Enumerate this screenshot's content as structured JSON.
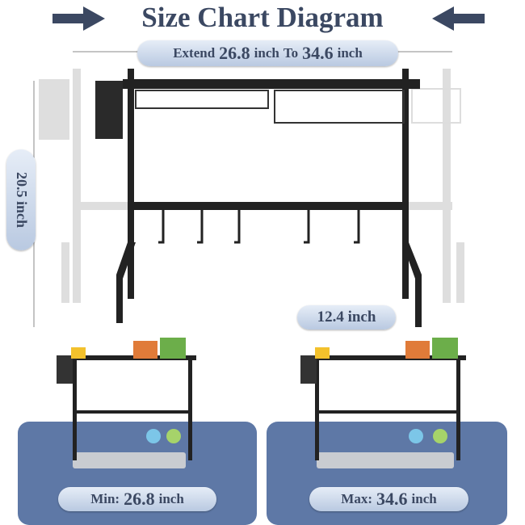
{
  "title": "Size Chart Diagram",
  "extend": {
    "prefix": "Extend",
    "min": "26.8",
    "unit1": "inch",
    "to": "To",
    "max": "34.6",
    "unit2": "inch"
  },
  "height_label": "20.5 inch",
  "depth_label": "12.4 inch",
  "min_label": {
    "prefix": "Min:",
    "value": "26.8",
    "unit": "inch"
  },
  "max_label": {
    "prefix": "Max:",
    "value": "34.6",
    "unit": "inch"
  },
  "colors": {
    "text": "#3b4862",
    "panel": "#5e78a6",
    "rack": "#222222",
    "ghost": "#dcdcdc"
  }
}
